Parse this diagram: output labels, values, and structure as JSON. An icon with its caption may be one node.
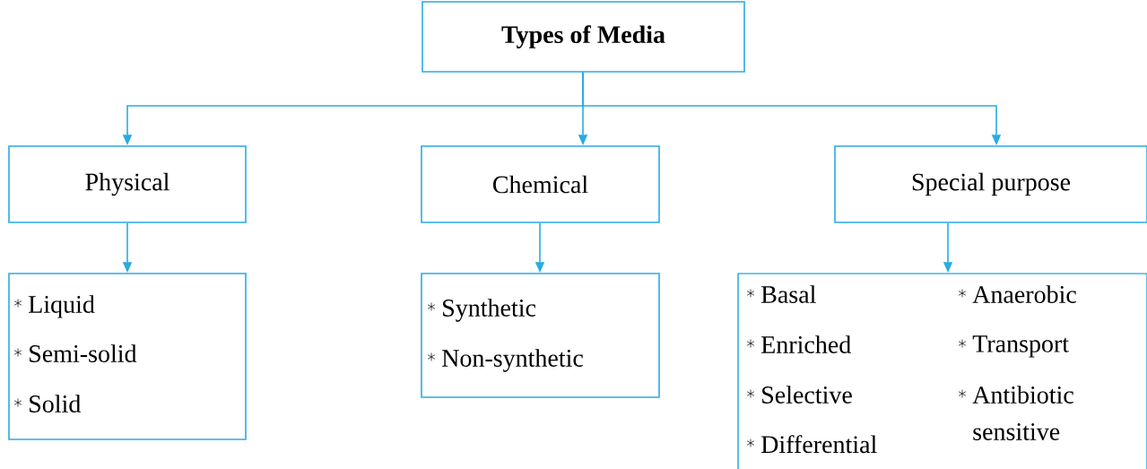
{
  "diagram": {
    "nodes": [
      {
        "text": [
          "Types of Media"
        ]
      },
      {
        "text": [
          "Physical"
        ]
      },
      {
        "text": [
          "Chemical"
        ]
      },
      {
        "text": [
          "Special purpose"
        ]
      },
      {
        "text": [
          "Liquid",
          "Semi-solid",
          "Solid"
        ]
      },
      {
        "text": [
          "Synthetic",
          "Non-synthetic"
        ]
      },
      {
        "text": [
          "Basal",
          "Enriched",
          "Selective",
          "Differential",
          "Anaerobic",
          "Transport",
          "Antibiotic sensitive"
        ]
      }
    ],
    "edges": [
      {
        "from": 0,
        "to": 1,
        "arrow": "to"
      },
      {
        "from": 0,
        "to": 2,
        "arrow": "to"
      },
      {
        "from": 0,
        "to": 3,
        "arrow": "to"
      },
      {
        "from": 1,
        "to": 4,
        "arrow": "to"
      },
      {
        "from": 2,
        "to": 5,
        "arrow": "to"
      },
      {
        "from": 3,
        "to": 6,
        "arrow": "to"
      }
    ]
  }
}
